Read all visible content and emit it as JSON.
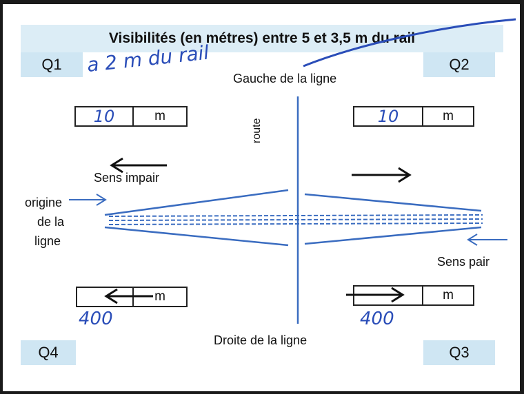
{
  "title": "Visibilités (en métres) entre 5 et 3,5 m du rail",
  "quadrants": {
    "q1": "Q1",
    "q2": "Q2",
    "q3": "Q3",
    "q4": "Q4"
  },
  "handwritten_note": "a 2 m du rail",
  "labels": {
    "left_of_line": "Gauche de la ligne",
    "right_of_line": "Droite de la ligne",
    "road": "route",
    "odd_direction": "Sens impair",
    "even_direction": "Sens pair",
    "origin_1": "origine",
    "origin_2": "de la",
    "origin_3": "ligne"
  },
  "boxes": {
    "q1": {
      "value": "10",
      "unit": "m"
    },
    "q2": {
      "value": "10",
      "unit": "m"
    },
    "q4": {
      "value": "400",
      "unit": "m"
    },
    "q3": {
      "value": "400",
      "unit": "m"
    }
  },
  "colors": {
    "ink_blue": "#2a4db8",
    "line_blue": "#3a6cc0",
    "panel_blue": "#dcedf6"
  }
}
